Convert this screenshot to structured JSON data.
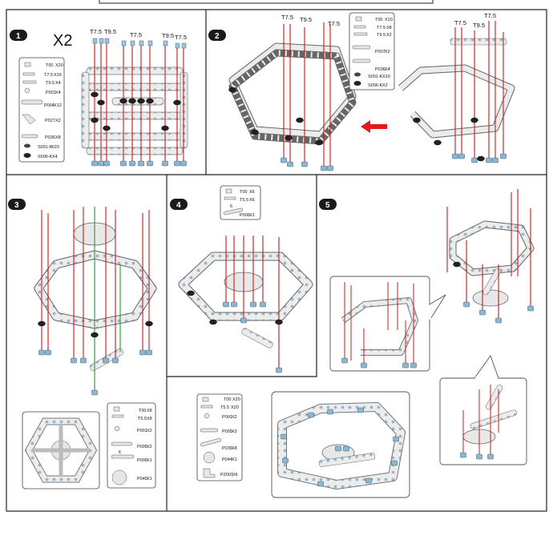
{
  "steps": [
    {
      "number": "1",
      "multiplier": "X2",
      "sizes": [
        "T7.5",
        "T9.5",
        "T7.5",
        "T9.5",
        "T7.5"
      ],
      "parts": [
        {
          "name": "T00",
          "qty": "X20",
          "icon": "nut-icon"
        },
        {
          "name": "T7.5",
          "qty": "X16",
          "icon": "screw-icon"
        },
        {
          "name": "T9.5",
          "qty": "X4",
          "icon": "screw-icon"
        },
        {
          "name": "P001",
          "qty": "X4",
          "icon": "washer-icon"
        },
        {
          "name": "P004",
          "qty": "X12",
          "icon": "strip-icon"
        },
        {
          "name": "P027",
          "qty": "X2",
          "icon": "bracket-icon"
        },
        {
          "name": "P036",
          "qty": "X8",
          "icon": "strip-icon"
        },
        {
          "name": "S001-K",
          "qty": "X20",
          "icon": "spacer-icon"
        },
        {
          "name": "S006-K",
          "qty": "X4",
          "icon": "spacer-icon"
        }
      ]
    },
    {
      "number": "2",
      "sizes": [
        "T7.5",
        "T9.5",
        "T7.5",
        "T7.5",
        "T9.5",
        "T7.5"
      ],
      "parts": [
        {
          "name": "T00",
          "qty": "X10",
          "icon": "nut-icon"
        },
        {
          "name": "T7.5",
          "qty": "X8",
          "icon": "screw-icon"
        },
        {
          "name": "T9.5",
          "qty": "X2",
          "icon": "screw-icon"
        },
        {
          "name": "P007",
          "qty": "X2",
          "icon": "strip-icon"
        },
        {
          "name": "P036",
          "qty": "X4",
          "icon": "strip-icon"
        },
        {
          "name": "S001-K",
          "qty": "X10",
          "icon": "spacer-icon"
        },
        {
          "name": "S006-K",
          "qty": "X2",
          "icon": "spacer-icon"
        }
      ]
    },
    {
      "number": "3",
      "parts": [
        {
          "name": "T00",
          "qty": "X8",
          "icon": "nut-icon"
        },
        {
          "name": "T5.5",
          "qty": "X8",
          "icon": "screw-icon"
        },
        {
          "name": "P001",
          "qty": "X2",
          "icon": "washer-icon"
        },
        {
          "name": "P005",
          "qty": "X2",
          "icon": "strip-icon"
        },
        {
          "name": "P006",
          "qty": "X1",
          "icon": "strip-icon"
        },
        {
          "name": "P045",
          "qty": "X1",
          "icon": "disc-icon"
        }
      ],
      "part_callout": "6"
    },
    {
      "number": "4",
      "parts": [
        {
          "name": "T00",
          "qty": "X6",
          "icon": "nut-icon"
        },
        {
          "name": "T5.5",
          "qty": "X6",
          "icon": "screw-icon"
        },
        {
          "name": "P006",
          "qty": "X1",
          "icon": "strip-icon"
        }
      ],
      "part_callout": "6"
    },
    {
      "number": "5",
      "parts": [
        {
          "name": "T00",
          "qty": "X20",
          "icon": "nut-icon"
        },
        {
          "name": "T5.5",
          "qty": "X20",
          "icon": "screw-icon"
        },
        {
          "name": "P001",
          "qty": "X2",
          "icon": "washer-icon"
        },
        {
          "name": "P005",
          "qty": "X3",
          "icon": "strip-icon"
        },
        {
          "name": "P036",
          "qty": "X8",
          "icon": "strip-icon"
        },
        {
          "name": "P044",
          "qty": "X1",
          "icon": "disc-icon"
        },
        {
          "name": "PZ001",
          "qty": "X6",
          "icon": "bracket-icon"
        }
      ]
    }
  ],
  "colors": {
    "rod": "#d01818",
    "guide": "#1f9a3a",
    "part": "#e6e6e6",
    "outline": "#555555",
    "hole": "#9fc2d8",
    "arrow": "#e11b1b",
    "badge": "#1a1a1a"
  }
}
